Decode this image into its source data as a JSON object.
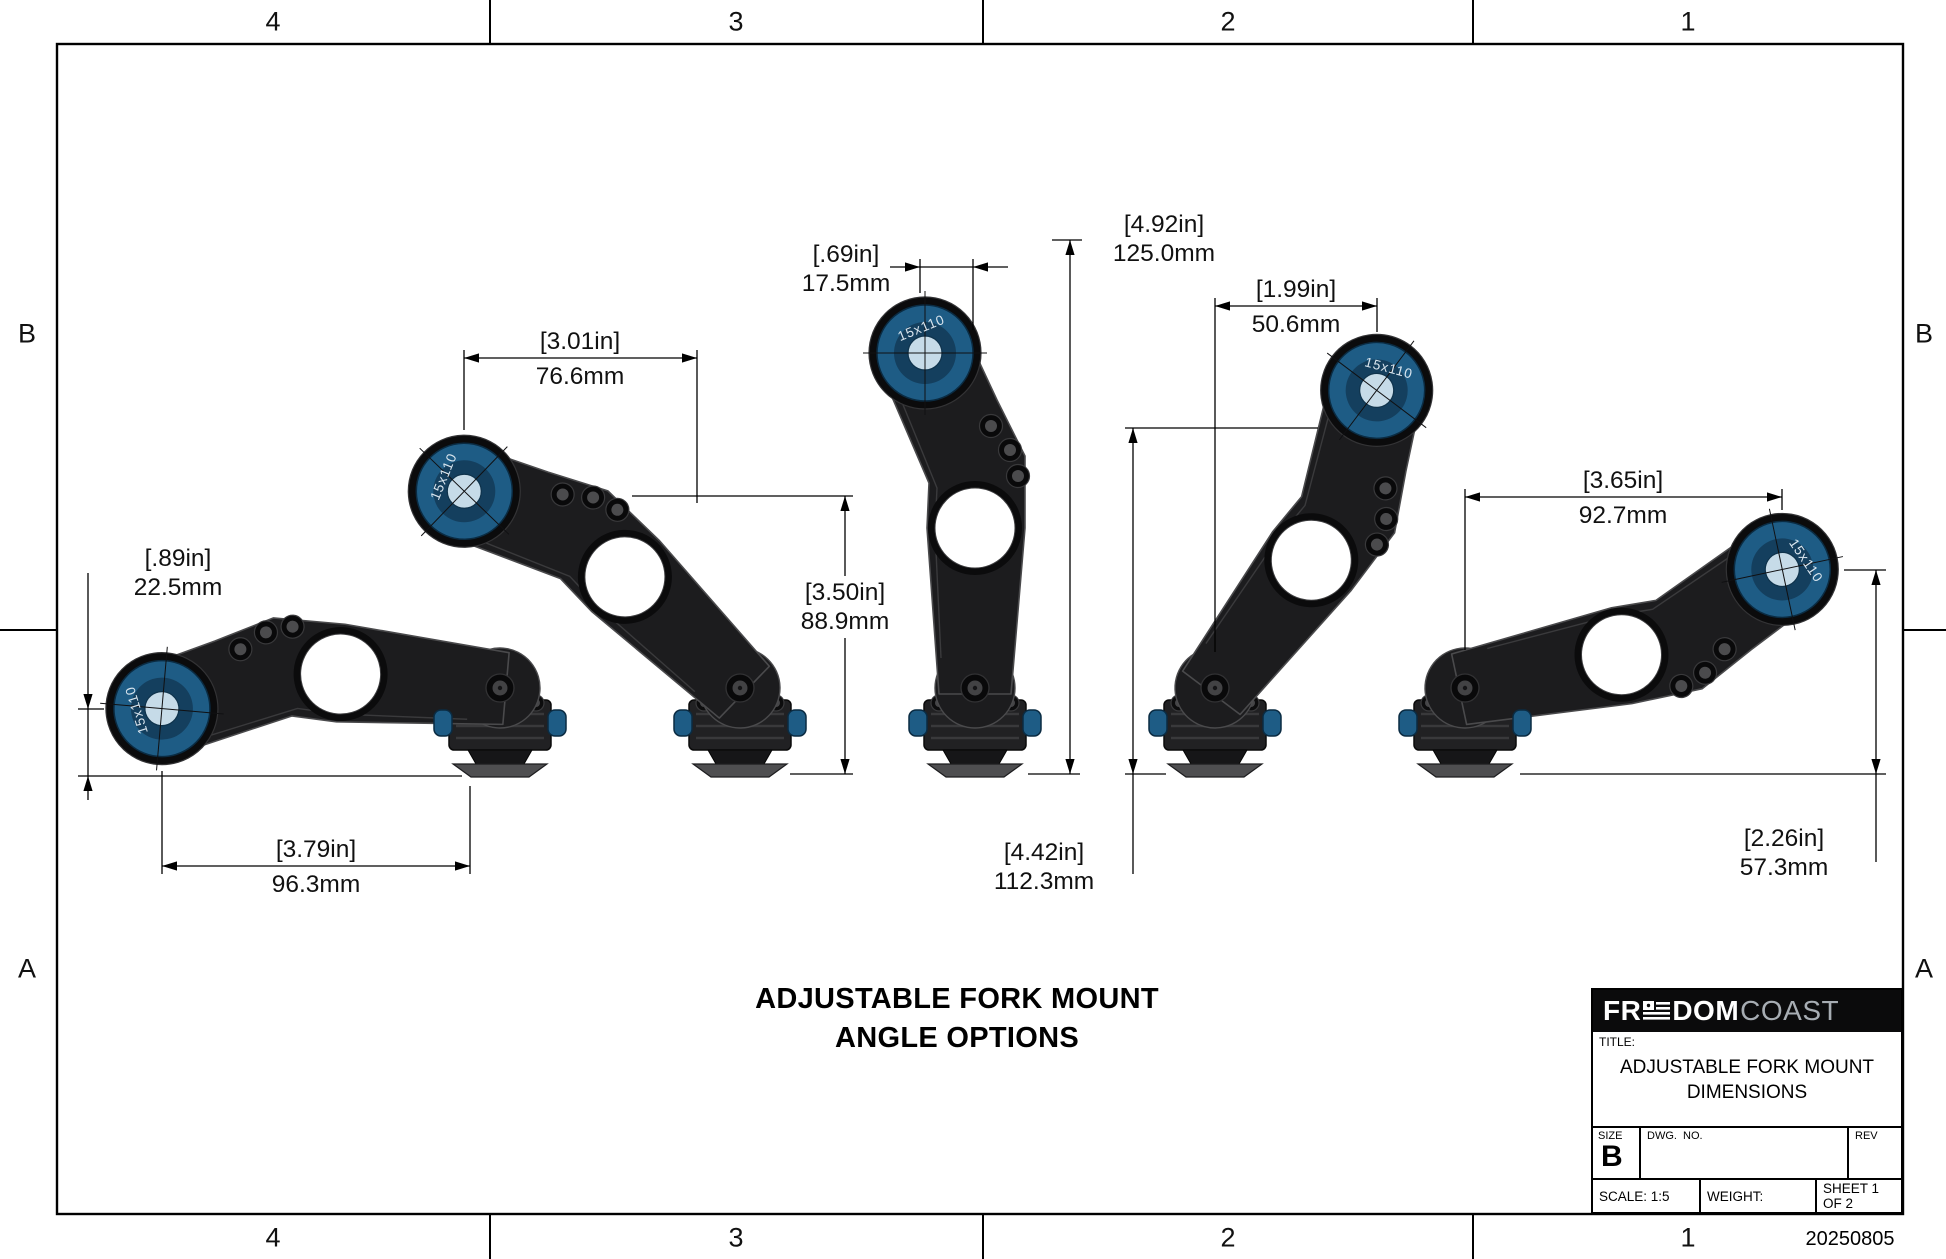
{
  "drawing": {
    "zones_top": [
      "4",
      "3",
      "2",
      "1"
    ],
    "zones_bottom": [
      "4",
      "3",
      "2",
      "1"
    ],
    "zones_left": [
      "B",
      "A"
    ],
    "zones_right": [
      "B",
      "A"
    ],
    "note_line1": "ADJUSTABLE FORK MOUNT",
    "note_line2": "ANGLE OPTIONS",
    "date_code": "20250805"
  },
  "part": {
    "hub_label": "15x110",
    "colors": {
      "body": "#1c1c1e",
      "edge": "#4a4a4c",
      "block": "#212123",
      "knob": "#1e5c85",
      "foot": "#4e4e50",
      "hub_ring": "#1e5c85",
      "hub_inner": "#143f5e",
      "hub_center": "#c6dbe8"
    }
  },
  "views": [
    {
      "name": "angle-horizontal-left",
      "angle_deg": -85
    },
    {
      "name": "angle-45-left",
      "angle_deg": -46
    },
    {
      "name": "angle-vertical",
      "angle_deg": 0
    },
    {
      "name": "angle-37-right",
      "angle_deg": 37
    },
    {
      "name": "angle-78-right",
      "angle_deg": 78
    }
  ],
  "dims": [
    {
      "id": "dim-height-v1",
      "in": "[.89in]",
      "mm": "22.5mm"
    },
    {
      "id": "dim-width-v1",
      "in": "[3.79in]",
      "mm": "96.3mm"
    },
    {
      "id": "dim-width-v2",
      "in": "[3.01in]",
      "mm": "76.6mm"
    },
    {
      "id": "dim-height-v2",
      "in": "[3.50in]",
      "mm": "88.9mm"
    },
    {
      "id": "dim-offset-v3",
      "in": "[.69in]",
      "mm": "17.5mm"
    },
    {
      "id": "dim-height-v3",
      "in": "[4.92in]",
      "mm": "125.0mm"
    },
    {
      "id": "dim-offset-v4",
      "in": "[1.99in]",
      "mm": "50.6mm"
    },
    {
      "id": "dim-height-v4",
      "in": "[4.42in]",
      "mm": "112.3mm"
    },
    {
      "id": "dim-width-v5",
      "in": "[3.65in]",
      "mm": "92.7mm"
    },
    {
      "id": "dim-height-v5",
      "in": "[2.26in]",
      "mm": "57.3mm"
    }
  ],
  "title_block": {
    "logo_prefix": "FR",
    "logo_suffix": "DOM",
    "logo_secondary": "COAST",
    "title_label": "TITLE:",
    "title_line1": "ADJUSTABLE FORK MOUNT",
    "title_line2": "DIMENSIONS",
    "size_label": "SIZE",
    "size_value": "B",
    "dwg_label": "DWG.  NO.",
    "rev_label": "REV",
    "scale_text": "SCALE: 1:5",
    "weight_text": "WEIGHT:",
    "sheet_text": "SHEET 1 OF 2"
  }
}
